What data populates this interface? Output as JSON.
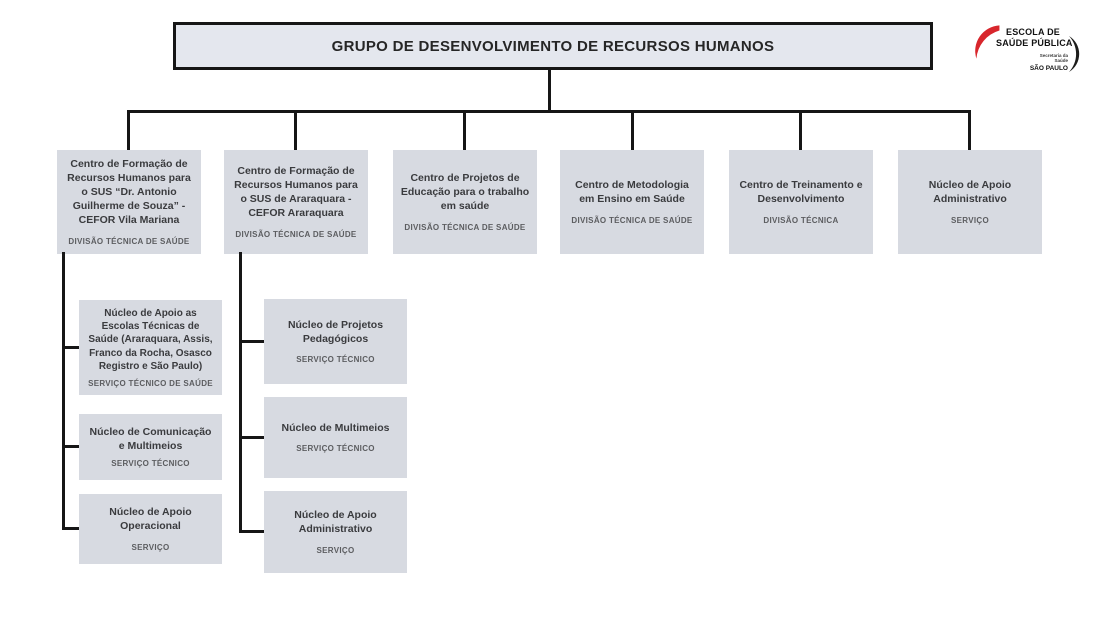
{
  "colors": {
    "box_fill": "#d7dae1",
    "title_fill": "#e4e7ee",
    "line": "#161616",
    "name_text": "#3a3b3e",
    "type_text": "#5c5d60",
    "logo_red": "#d8262c",
    "logo_black": "#1d1d1b"
  },
  "title_box": {
    "label": "GRUPO DE DESENVOLVIMENTO DE RECURSOS HUMANOS"
  },
  "logo": {
    "name_line1": "ESCOLA DE",
    "name_line2": "SAÚDE PÚBLICA",
    "secretariat_line1": "Secretaria da",
    "secretariat_line2": "Saúde",
    "state": "SÃO PAULO"
  },
  "level1": [
    {
      "name": "Centro de Formação de Recursos Humanos para o SUS “Dr. Antonio Guilherme de Souza” - CEFOR Vila Mariana",
      "type": "DIVISÃO TÉCNICA DE SAÚDE"
    },
    {
      "name": "Centro de Formação de Recursos Humanos para o SUS de Araraquara - CEFOR Araraquara",
      "type": "DIVISÃO TÉCNICA DE SAÚDE"
    },
    {
      "name": "Centro de Projetos de Educação para o trabalho em saúde",
      "type": "DIVISÃO TÉCNICA DE SAÚDE"
    },
    {
      "name": "Centro de Metodologia em Ensino em Saúde",
      "type": "DIVISÃO TÉCNICA DE SAÚDE"
    },
    {
      "name": "Centro de Treinamento e Desenvolvimento",
      "type": "DIVISÃO TÉCNICA"
    },
    {
      "name": "Núcleo de Apoio Administrativo",
      "type": "SERVIÇO"
    }
  ],
  "cefor_vila_mariana_children": [
    {
      "name": "Núcleo de Apoio as Escolas Técnicas de Saúde (Araraquara, Assis, Franco da Rocha, Osasco Registro e São Paulo)",
      "type": "SERVIÇO TÉCNICO DE SAÚDE"
    },
    {
      "name": "Núcleo de Comunicação e Multimeios",
      "type": "SERVIÇO TÉCNICO"
    },
    {
      "name": "Núcleo de Apoio Operacional",
      "type": "SERVIÇO"
    }
  ],
  "cefor_araraquara_children": [
    {
      "name": "Núcleo de Projetos Pedagógicos",
      "type": "SERVIÇO TÉCNICO"
    },
    {
      "name": "Núcleo de Multimeios",
      "type": "SERVIÇO TÉCNICO"
    },
    {
      "name": "Núcleo de Apoio Administrativo",
      "type": "SERVIÇO"
    }
  ]
}
